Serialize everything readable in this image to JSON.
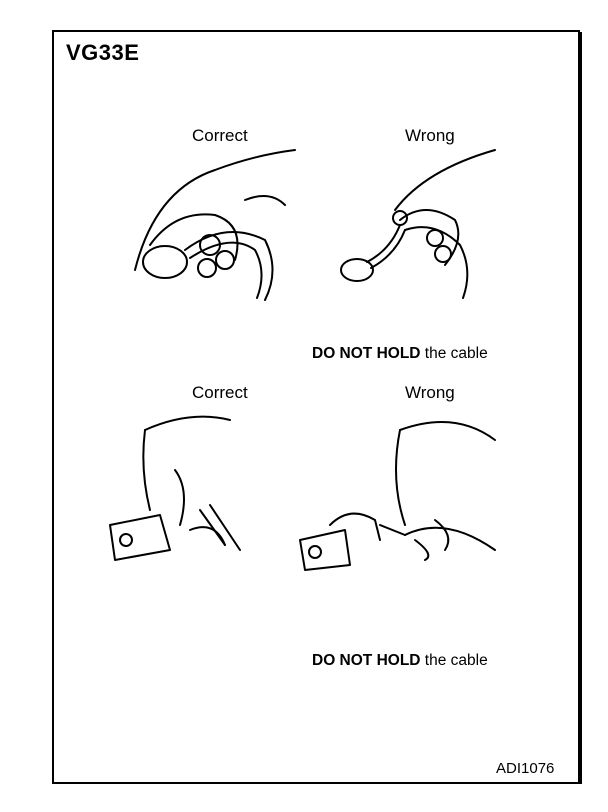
{
  "engine_label": "VG33E",
  "top_left_label": "Correct",
  "top_right_label": "Wrong",
  "top_warning_bold": "DO NOT HOLD",
  "top_warning_rest": " the cable",
  "bottom_left_label": "Correct",
  "bottom_right_label": "Wrong",
  "bottom_warning_bold": "DO NOT HOLD",
  "bottom_warning_rest": " the cable",
  "figure_code": "ADI1076"
}
